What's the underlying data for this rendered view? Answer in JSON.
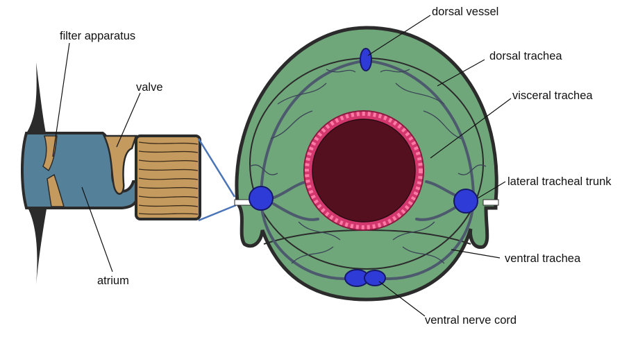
{
  "labels": {
    "filter_apparatus": "filter apparatus",
    "valve": "valve",
    "atrium": "atrium",
    "dorsal_vessel": "dorsal vessel",
    "dorsal_trachea": "dorsal trachea",
    "visceral_trachea": "visceral trachea",
    "lateral_tracheal_trunk": "lateral tracheal trunk",
    "ventral_trachea": "ventral trachea",
    "ventral_nerve_cord": "ventral nerve cord"
  },
  "colors": {
    "body_green": "#6fa77b",
    "outline": "#2b2b2b",
    "atrium_blue": "#54809a",
    "filter_tan": "#c49a5e",
    "gut_lumen": "#55101f",
    "gut_wall": "#d2386e",
    "trunk_blue": "#2f3bd6",
    "trachea_gray": "#6e7f96",
    "connector_blue": "#4a74b8"
  }
}
